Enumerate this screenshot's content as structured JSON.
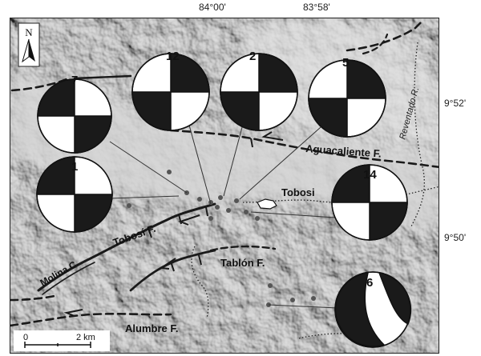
{
  "coordinates": {
    "top": [
      "84°00'",
      "83°58'"
    ],
    "right": [
      "9°52'",
      "9°50'"
    ]
  },
  "north_arrow": {
    "letter": "N",
    "icon": "north-arrow-icon"
  },
  "scale_bar": {
    "start": "0",
    "end": "2 km"
  },
  "fault_labels": [
    "Aguacaliente F.",
    "Tobosí F.",
    "Tablón F.",
    "Alumbre F.",
    "Molina C.",
    "Reventado R."
  ],
  "place_labels": {
    "town": "Tobosi"
  },
  "focal_mechanisms": [
    {
      "id": "7"
    },
    {
      "id": "12"
    },
    {
      "id": "2"
    },
    {
      "id": "5"
    },
    {
      "id": "1"
    },
    {
      "id": "14"
    },
    {
      "id": "6"
    }
  ],
  "colors": {
    "relief": "#9a9a9a",
    "valley": "#d6d6d6",
    "fault": "#1a1a1a",
    "beachball_dark": "#1a1a1a",
    "beachball_light": "#ffffff"
  }
}
